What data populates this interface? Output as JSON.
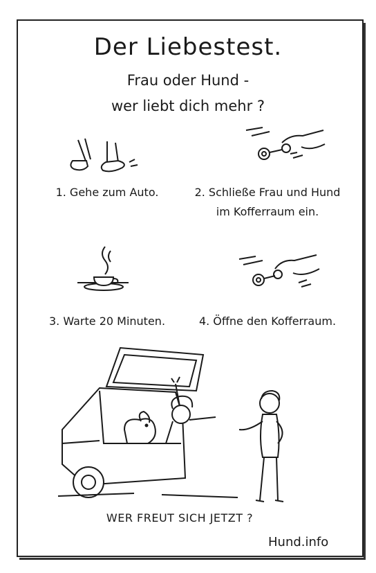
{
  "title": "Der Liebestest.",
  "subtitle_line1": "Frau oder Hund -",
  "subtitle_line2": "wer liebt dich mehr ?",
  "steps": {
    "step1": "1. Gehe zum Auto.",
    "step2_line1": "2. Schließe Frau und Hund",
    "step2_line2": "im Kofferraum ein.",
    "step3": "3. Warte 20 Minuten.",
    "step4": "4. Öffne den Kofferraum."
  },
  "question": "WER FREUT SICH JETZT ?",
  "brand": "Hund.info",
  "icons": {
    "walking": "walking-feet-icon",
    "key_lock": "key-in-lock-icon",
    "coffee": "coffee-cup-icon",
    "car_scene": "car-trunk-scene-illustration"
  },
  "colors": {
    "ink": "#1a1a1a",
    "paper": "#ffffff"
  }
}
